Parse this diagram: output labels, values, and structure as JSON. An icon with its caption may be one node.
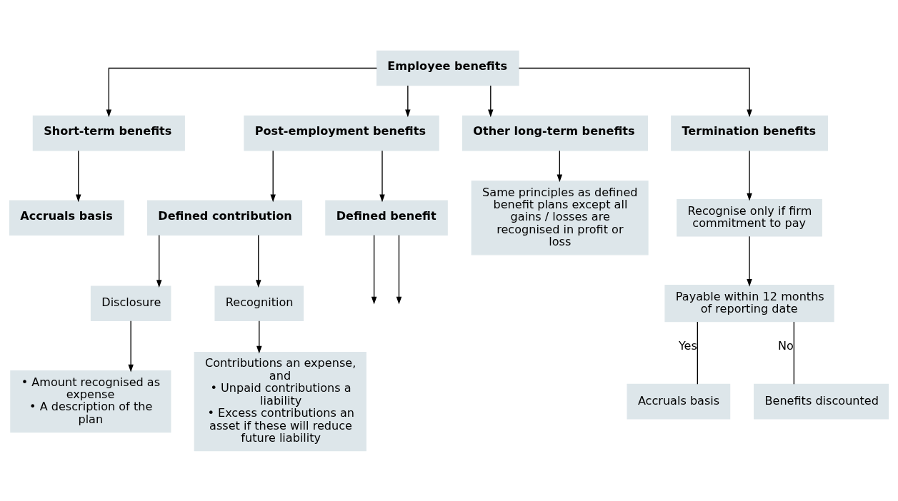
{
  "diagram": {
    "nodes": [
      {
        "text": [
          "Employee benefits"
        ]
      },
      {
        "text": [
          "Short-term benefits"
        ]
      },
      {
        "text": [
          "Post-employment benefits"
        ]
      },
      {
        "text": [
          "Other long-term benefits"
        ]
      },
      {
        "text": [
          "Termination benefits"
        ]
      },
      {
        "text": [
          "Accruals basis"
        ]
      },
      {
        "text": [
          "Defined contribution"
        ]
      },
      {
        "text": [
          "Defined benefit"
        ]
      },
      {
        "text": [
          "Same principles as defined benefit plans except all gains / losses are recognised in profit or loss"
        ]
      },
      {
        "text": [
          "Recognise only if firm commitment to pay"
        ]
      },
      {
        "text": [
          "Disclosure"
        ]
      },
      {
        "text": [
          "Recognition"
        ]
      },
      {
        "text": [
          "• Amount recognised as expense",
          "• A description of the plan"
        ]
      },
      {
        "text": [
          "Contributions an expense, and",
          "• Unpaid contributions a liability",
          "• Excess contributions an asset if these will reduce future liability"
        ]
      },
      {
        "text": [
          "Payable within 12 months of reporting date"
        ]
      },
      {
        "text": [
          "Accruals basis"
        ]
      },
      {
        "text": [
          "Benefits discounted"
        ]
      }
    ],
    "edges": [
      {
        "from": 0,
        "to": 1,
        "arrow": "to"
      },
      {
        "from": 0,
        "to": 2,
        "arrow": "to"
      },
      {
        "from": 0,
        "to": 3,
        "arrow": "to"
      },
      {
        "from": 0,
        "to": 4,
        "arrow": "to"
      },
      {
        "from": 1,
        "to": 5,
        "arrow": "to"
      },
      {
        "from": 2,
        "to": 6,
        "arrow": "to"
      },
      {
        "from": 2,
        "to": 7,
        "arrow": "to"
      },
      {
        "from": 3,
        "to": 8,
        "arrow": "to"
      },
      {
        "from": 4,
        "to": 9,
        "arrow": "to"
      },
      {
        "from": 6,
        "to": 10,
        "arrow": "to"
      },
      {
        "from": 6,
        "to": 11,
        "arrow": "to"
      },
      {
        "from": 10,
        "to": 12,
        "arrow": "to"
      },
      {
        "from": 11,
        "to": 13,
        "arrow": "to"
      },
      {
        "from": 9,
        "to": 14,
        "arrow": "to"
      },
      {
        "from": 14,
        "to": 15,
        "arrow": "none",
        "label": "Yes"
      },
      {
        "from": 14,
        "to": 16,
        "arrow": "none",
        "label": "No"
      },
      {
        "from": 7,
        "to": null,
        "arrow": "to"
      },
      {
        "from": 7,
        "to": null,
        "arrow": "to"
      }
    ]
  }
}
